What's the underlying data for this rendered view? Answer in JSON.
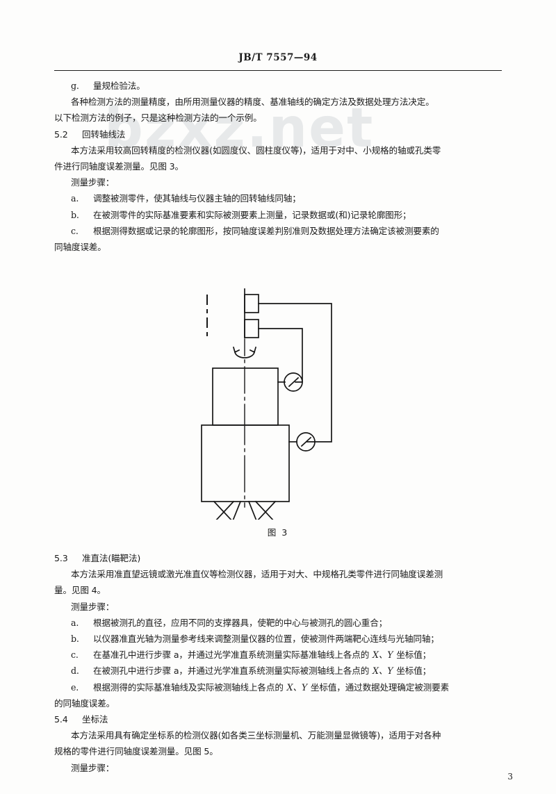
{
  "document": {
    "header_title": "JB/T 7557—94",
    "page_number": "3",
    "watermark": "bzxz.net"
  },
  "body": {
    "item_g_label": "g.",
    "item_g_text": "量规检验法。",
    "para1_line1": "各种检测方法的测量精度，由所用测量仪器的精度、基准轴线的确定方法及数据处理方法决定。",
    "para1_line2": "以下检测方法的例子，只是这种检测方法的一个示例。",
    "sec52_num": "5.2",
    "sec52_title": "回转轴线法",
    "sec52_p1_l1": "本方法采用较高回转精度的检测仪器(如圆度仪、圆柱度仪等)，适用于对中、小规格的轴或孔类零",
    "sec52_p1_l2": "件进行同轴度误差测量。见图 3。",
    "sec52_steps_head": "测量步骤：",
    "sec52_a_label": "a.",
    "sec52_a_text": "调整被测零件，使其轴线与仪器主轴的回转轴线同轴；",
    "sec52_b_label": "b.",
    "sec52_b_text": "在被测零件的实际基准要素和实际被测要素上测量，记录数据或(和)记录轮廓图形；",
    "sec52_c_label": "c.",
    "sec52_c_text": "根据测得数据或记录的轮廓图形，按同轴度误差判别准则及数据处理方法确定该被测要素的",
    "sec52_c_cont": "同轴度误差。",
    "figure_caption": "图 3",
    "sec53_num": "5.3",
    "sec53_title": "准直法(瞄靶法)",
    "sec53_p1_l1": "本方法采用准直望远镜或激光准直仪等检测仪器，适用于对大、中规格孔类零件进行同轴度误差测",
    "sec53_p1_l2": "量。见图 4。",
    "sec53_steps_head": "测量步骤：",
    "sec53_a_label": "a.",
    "sec53_a_text": "根据被测孔的直径，应用不同的支撑器具，使靶的中心与被测孔的圆心重合；",
    "sec53_b_label": "b.",
    "sec53_b_text": "以仪器准直光轴为测量参考线来调整测量仪器的位置，使被测件两端靶心连线与光轴同轴；",
    "sec53_c_label": "c.",
    "sec53_c_pre": "在基准孔中进行步骤 a，并通过光学准直系统测量实际基准轴线上各点的 ",
    "sec53_c_xy": "X、Y",
    "sec53_c_post": " 坐标值；",
    "sec53_d_label": "d.",
    "sec53_d_pre": "在被测孔中进行步骤 a，并通过光学准直系统测量实际被测轴线上各点的 ",
    "sec53_d_xy": "X、Y",
    "sec53_d_post": " 坐标值；",
    "sec53_e_label": "e.",
    "sec53_e_pre": "根据测得的实际基准轴线及实际被测轴线上各点的 ",
    "sec53_e_xy": "X、Y",
    "sec53_e_post": " 坐标值，通过数据处理确定被测要素",
    "sec53_e_cont": "的同轴度误差。",
    "sec54_num": "5.4",
    "sec54_title": "坐标法",
    "sec54_p1_l1": "本方法采用具有确定坐标系的检测仪器(如各类三坐标测量机、万能测量显微镜等)，适用于对各种",
    "sec54_p1_l2": "规格的零件进行同轴度误差测量。见图 5。",
    "sec54_steps_head": "测量步骤："
  }
}
